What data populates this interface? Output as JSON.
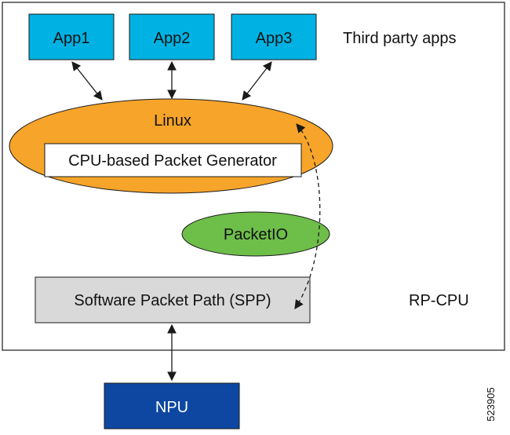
{
  "apps": [
    {
      "label": "App1"
    },
    {
      "label": "App2"
    },
    {
      "label": "App3"
    }
  ],
  "third_party_label": "Third party apps",
  "linux": {
    "label": "Linux",
    "generator_label": "CPU-based Packet Generator"
  },
  "packetio": {
    "label": "PacketIO"
  },
  "spp": {
    "label": "Software Packet Path (SPP)"
  },
  "rp_cpu_label": "RP-CPU",
  "npu": {
    "label": "NPU"
  },
  "figure_id": "523905",
  "colors": {
    "app_fill": "#00b2e3",
    "linux_fill": "#f7a42a",
    "packetio_fill": "#6ebe4a",
    "spp_fill": "#d9d9d9",
    "npu_fill": "#0d47a1",
    "stroke": "#1a1a1a"
  }
}
